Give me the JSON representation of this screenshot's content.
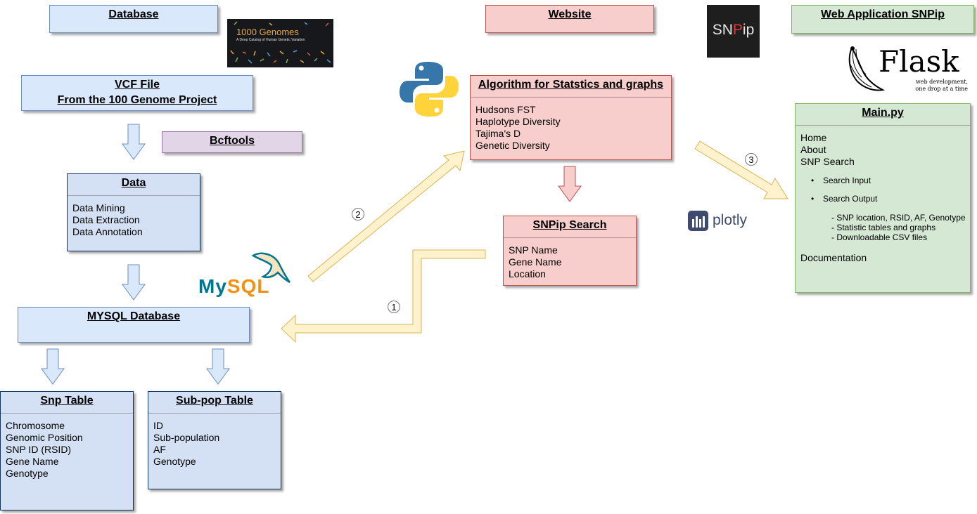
{
  "database": {
    "title": "Database"
  },
  "vcf": {
    "line1": "VCF File",
    "line2": "From the 100 Genome Project"
  },
  "bcftools": {
    "title": "Bcftools"
  },
  "data_box": {
    "title": "Data",
    "items": [
      "Data Mining",
      "Data Extraction",
      "Data Annotation"
    ]
  },
  "mysql_db": {
    "title": "MYSQL Database"
  },
  "snp_table": {
    "title": "Snp Table",
    "items": [
      "Chromosome",
      "Genomic Position",
      "SNP ID (RSID)",
      "Gene Name",
      "Genotype"
    ]
  },
  "subpop_table": {
    "title": "Sub-pop Table",
    "items": [
      "ID",
      "Sub-population",
      "AF",
      "Genotype"
    ]
  },
  "website": {
    "title": "Website"
  },
  "algorithm": {
    "title": "Algorithm for Statstics and graphs",
    "items": [
      "Hudsons FST",
      "Haplotype Diversity",
      "Tajima's D",
      "Genetic Diversity"
    ]
  },
  "snpip_search": {
    "title": "SNPip Search",
    "items": [
      "SNP Name",
      "Gene Name",
      "Location"
    ]
  },
  "webapp": {
    "title": "Web Application SNPip"
  },
  "mainpy": {
    "title": "Main.py",
    "nav": [
      "Home",
      "About",
      "SNP Search"
    ],
    "bullets": [
      "Search Input",
      "Search Output"
    ],
    "sub": [
      "- SNP location, RSID, AF, Genotype",
      "- Statistic tables and graphs",
      "- Downloadable CSV files"
    ],
    "documentation": "Documentation"
  },
  "logos": {
    "genomes_title": "1000 Genomes",
    "genomes_subtitle": "A Deep Catalog of Human Genetic Variation",
    "snpip_a": "SN",
    "snpip_b": "P",
    "snpip_c": "ip",
    "flask_name": "Flask",
    "flask_tag1": "web development,",
    "flask_tag2": "one drop at a time",
    "mysql_my": "My",
    "mysql_sql": "SQL",
    "plotly": "plotly"
  },
  "steps": [
    "1",
    "2",
    "3"
  ],
  "colors": {
    "blue": "#dae8fc",
    "red": "#f8cecc",
    "green": "#d5e8d4",
    "purple": "#e1d5e7",
    "yellow": "#fff2cc"
  }
}
